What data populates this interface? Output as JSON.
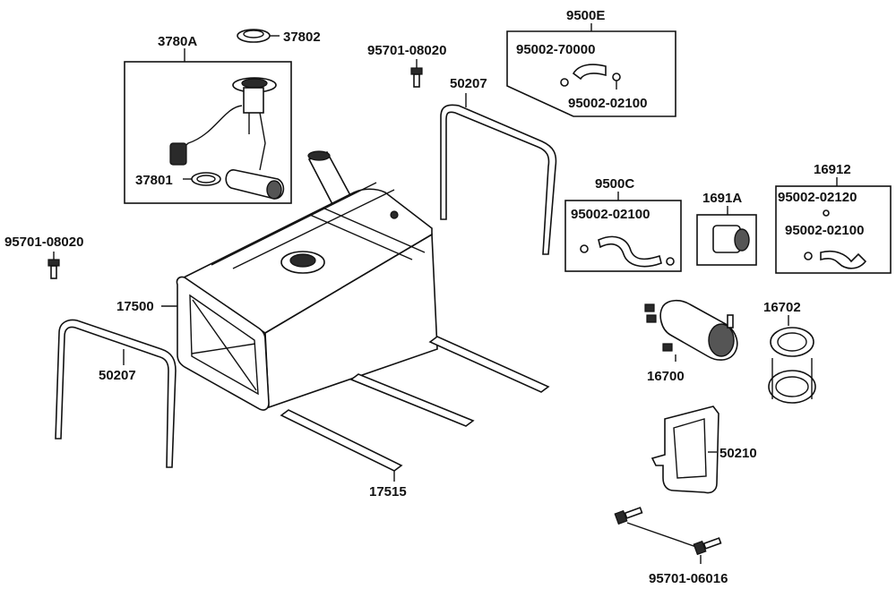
{
  "labels": {
    "fuel_pump_assembly": "3780A",
    "pump_ring": "37802",
    "pump_gasket": "37801",
    "bolt_top": "95701-08020",
    "bolt_left": "95701-08020",
    "bolt_bottom": "95701-06016",
    "strap_rear": "50207",
    "strap_front": "50207",
    "fuel_tank": "17500",
    "tank_pads": "17515",
    "hose_kit_e": "9500E",
    "hose_e": "95002-70000",
    "clamp_e": "95002-02100",
    "hose_kit_c": "9500C",
    "clamp_c": "95002-02100",
    "relay": "1691A",
    "hose_kit_16912": "16912",
    "clamp_16912_a": "95002-02120",
    "clamp_16912_b": "95002-02100",
    "fuel_filter_pump": "16700",
    "filter_bracket_clamp": "16702",
    "bracket": "50210"
  }
}
